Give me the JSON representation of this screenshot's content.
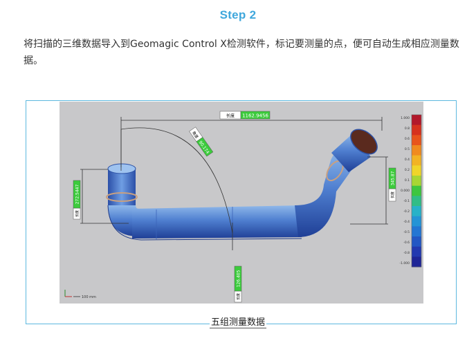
{
  "header": {
    "title": "Step 2"
  },
  "body": {
    "paragraph": "将扫描的三维数据导入到Geomagic Control X检测软件，标记要测量的点，便可自动生成相应测量数据。"
  },
  "figure": {
    "labels": {
      "length_tag": "长度",
      "length_value": "1162.9456",
      "arc_tag": "角度",
      "arc_value": "90.174",
      "left_height_tag": "长度",
      "left_height_value": "272.5447",
      "right_height_tag": "长度",
      "right_height_value": "345.87",
      "bottom_tag": "长度",
      "bottom_value": "126.405",
      "scale_text": "100 mm"
    },
    "colorbar": {
      "ticks": [
        "1.000",
        "0.8",
        "0.6",
        "0.5",
        "0.4",
        "0.2",
        "0.1",
        "0.000",
        "-0.1",
        "-0.2",
        "-0.4",
        "-0.5",
        "-0.6",
        "-0.8",
        "-1.000"
      ],
      "colors": [
        "#b2182b",
        "#d6321e",
        "#e8541c",
        "#f08a1f",
        "#f2b324",
        "#f0d52a",
        "#a8d634",
        "#3ec63f",
        "#31bd86",
        "#27b2c8",
        "#2494d6",
        "#2376d3",
        "#2257c4",
        "#2239b0",
        "#1e2596"
      ]
    },
    "caption": "五组测量数据"
  }
}
